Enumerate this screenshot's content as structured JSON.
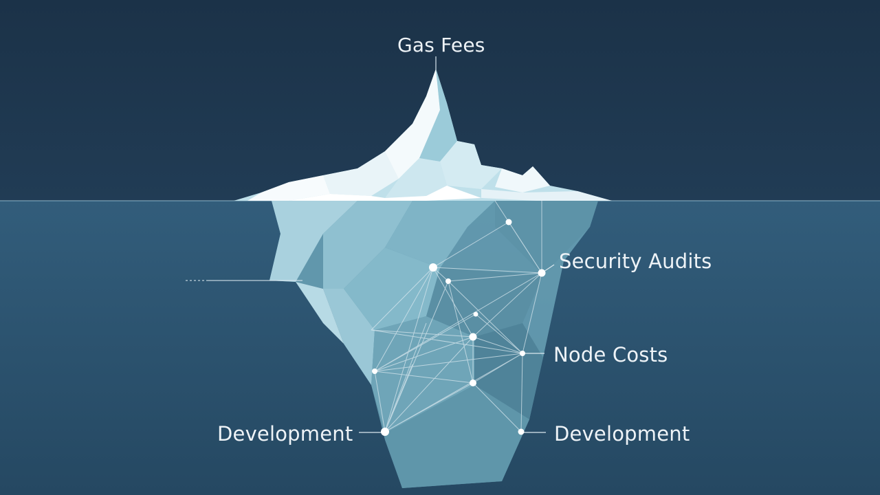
{
  "labels": {
    "top": "Gas Fees",
    "security": "Security Audits",
    "node": "Node Costs",
    "dev_left": "Development",
    "dev_right": "Development"
  },
  "colors": {
    "sky": "#1f3a52",
    "water": "#2d5470",
    "ice_light": "#eaf4f8",
    "ice_mid": "#9cc8d6",
    "ice_deep": "#5f98ad",
    "node": "#ffffff",
    "text": "#eef3f7"
  }
}
